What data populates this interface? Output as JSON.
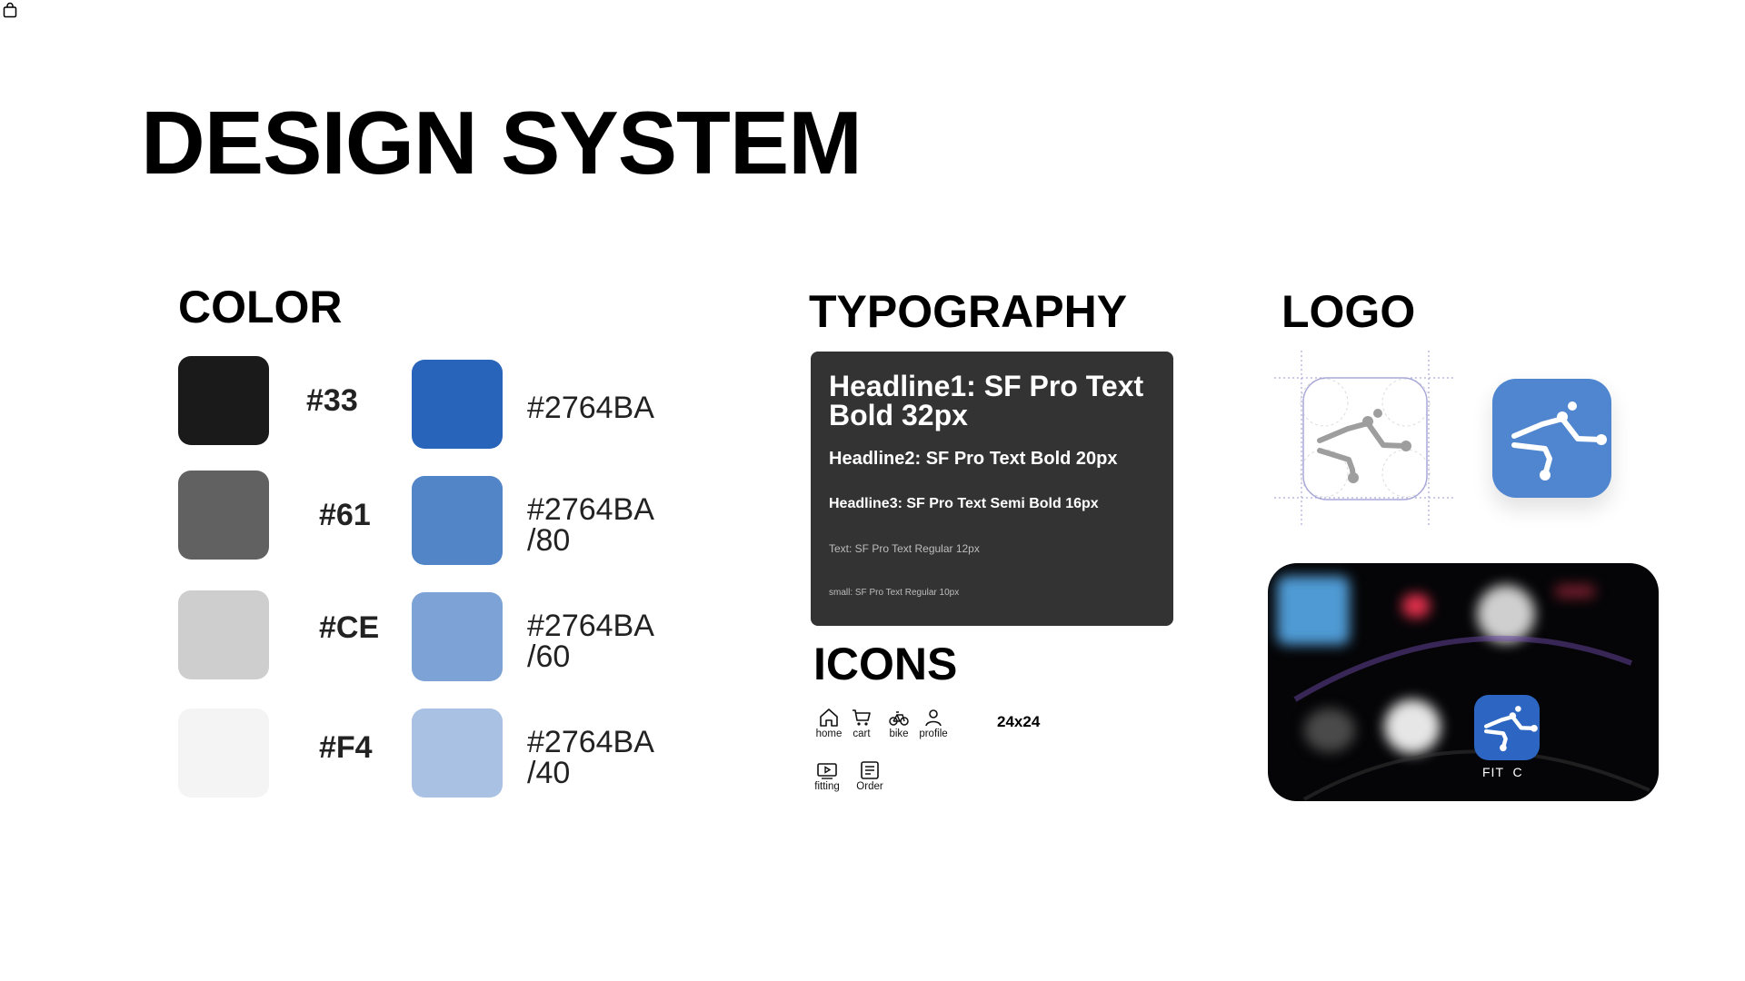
{
  "page": {
    "title": "DESIGN SYSTEM"
  },
  "toolbar": {
    "icon": "shopping-bag-icon"
  },
  "color": {
    "title": "COLOR",
    "grays": [
      {
        "label": "#33",
        "hex": "#1a1a1a"
      },
      {
        "label": "#61",
        "hex": "#616161"
      },
      {
        "label": "#CE",
        "hex": "#cecece"
      },
      {
        "label": "#F4",
        "hex": "#f4f4f4"
      }
    ],
    "blues": [
      {
        "label": "#2764BA",
        "hex": "#2764ba"
      },
      {
        "label": "#2764BA\n/80",
        "hex": "#5185c8"
      },
      {
        "label": "#2764BA\n/60",
        "hex": "#7da2d6"
      },
      {
        "label": "#2764BA\n/40",
        "hex": "#a9c1e3"
      }
    ]
  },
  "typography": {
    "title": "TYPOGRAPHY",
    "h1": "Headline1: SF Pro Text Bold 32px",
    "h2": "Headline2: SF Pro Text  Bold 20px",
    "h3": "Headline3: SF Pro Text  Semi Bold 16px",
    "text": "Text: SF Pro Text Regular 12px",
    "small": "small: SF Pro Text Regular 10px"
  },
  "icons": {
    "title": "ICONS",
    "size": "24x24",
    "items": [
      {
        "label": "home",
        "icon": "home-icon"
      },
      {
        "label": "cart",
        "icon": "cart-icon"
      },
      {
        "label": "bike",
        "icon": "bike-icon"
      },
      {
        "label": "profile",
        "icon": "profile-icon"
      },
      {
        "label": "fitting",
        "icon": "play-icon"
      },
      {
        "label": "Order",
        "icon": "order-list-icon"
      }
    ]
  },
  "logo": {
    "title": "LOGO",
    "accent": "#2764ba",
    "watch_label": "FIT  C"
  }
}
